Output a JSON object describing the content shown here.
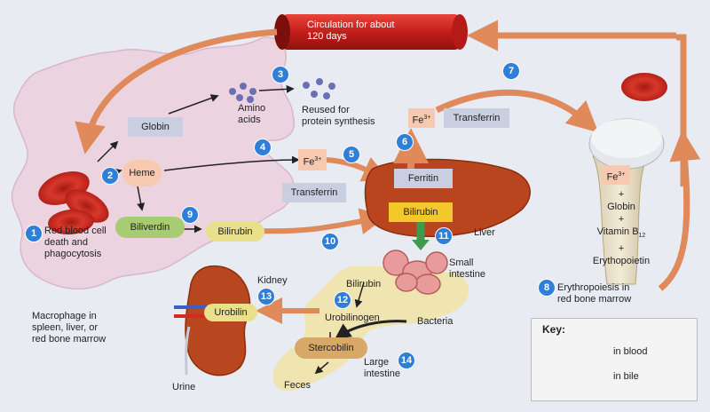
{
  "colors": {
    "blood_arrow": "#e0895b",
    "bile_arrow": "#3d9a4e",
    "step_badge": "#2f7fd8",
    "macrophage": "#ecd3e0",
    "rbc": "#c8281e",
    "liver": "#b8451e"
  },
  "icons": [
    "red-blood-cell-icon",
    "liver-icon",
    "kidney-icon",
    "intestine-icon",
    "bone-icon",
    "blood-vessel-icon"
  ],
  "circulation": {
    "line1": "Circulation for about",
    "line2": "120 days"
  },
  "steps": {
    "s1": {
      "number": "1",
      "line1": "Red blood cell",
      "line2": "death and",
      "line3": "phagocytosis"
    },
    "s2": {
      "number": "2"
    },
    "s3": {
      "number": "3",
      "line1": "Reused for",
      "line2": "protein synthesis"
    },
    "s4": {
      "number": "4"
    },
    "s5": {
      "number": "5"
    },
    "s6": {
      "number": "6"
    },
    "s7": {
      "number": "7"
    },
    "s8": {
      "number": "8",
      "line1": "Erythropoiesis in",
      "line2": "red bone marrow"
    },
    "s9": {
      "number": "9"
    },
    "s10": {
      "number": "10"
    },
    "s11": {
      "number": "11"
    },
    "s12": {
      "number": "12"
    },
    "s13": {
      "number": "13"
    },
    "s14": {
      "number": "14"
    }
  },
  "labels": {
    "globin": "Globin",
    "amino_1": "Amino",
    "amino_2": "acids",
    "heme": "Heme",
    "biliverdin": "Biliverdin",
    "bilirubin_macro": "Bilirubin",
    "fe_1": "Fe",
    "fe_sup": "3+",
    "transferrin_1": "Transferrin",
    "fe_2": "Fe",
    "transferrin_2": "Transferrin",
    "ferritin": "Ferritin",
    "bilirubin_liver": "Bilirubin",
    "liver": "Liver",
    "small_intestine_1": "Small",
    "small_intestine_2": "intestine",
    "bilirubin_gut": "Bilirubin",
    "urobilinogen": "Urobilinogen",
    "bacteria": "Bacteria",
    "stercobilin": "Stercobilin",
    "large_intestine_1": "Large",
    "large_intestine_2": "intestine",
    "feces": "Feces",
    "kidney": "Kidney",
    "urobilin": "Urobilin",
    "urine": "Urine",
    "macrophage_1": "Macrophage in",
    "macrophage_2": "spleen, liver, or",
    "macrophage_3": "red bone marrow",
    "fe_3": "Fe",
    "marrow_plus1": "+",
    "marrow_globin": "Globin",
    "marrow_plus2": "+",
    "marrow_vitamin": "Vitamin B",
    "marrow_vitamin_sub": "12",
    "marrow_plus3": "+",
    "marrow_epo": "Erythopoietin"
  },
  "key": {
    "title": "Key:",
    "blood": "in blood",
    "bile": "in bile"
  }
}
